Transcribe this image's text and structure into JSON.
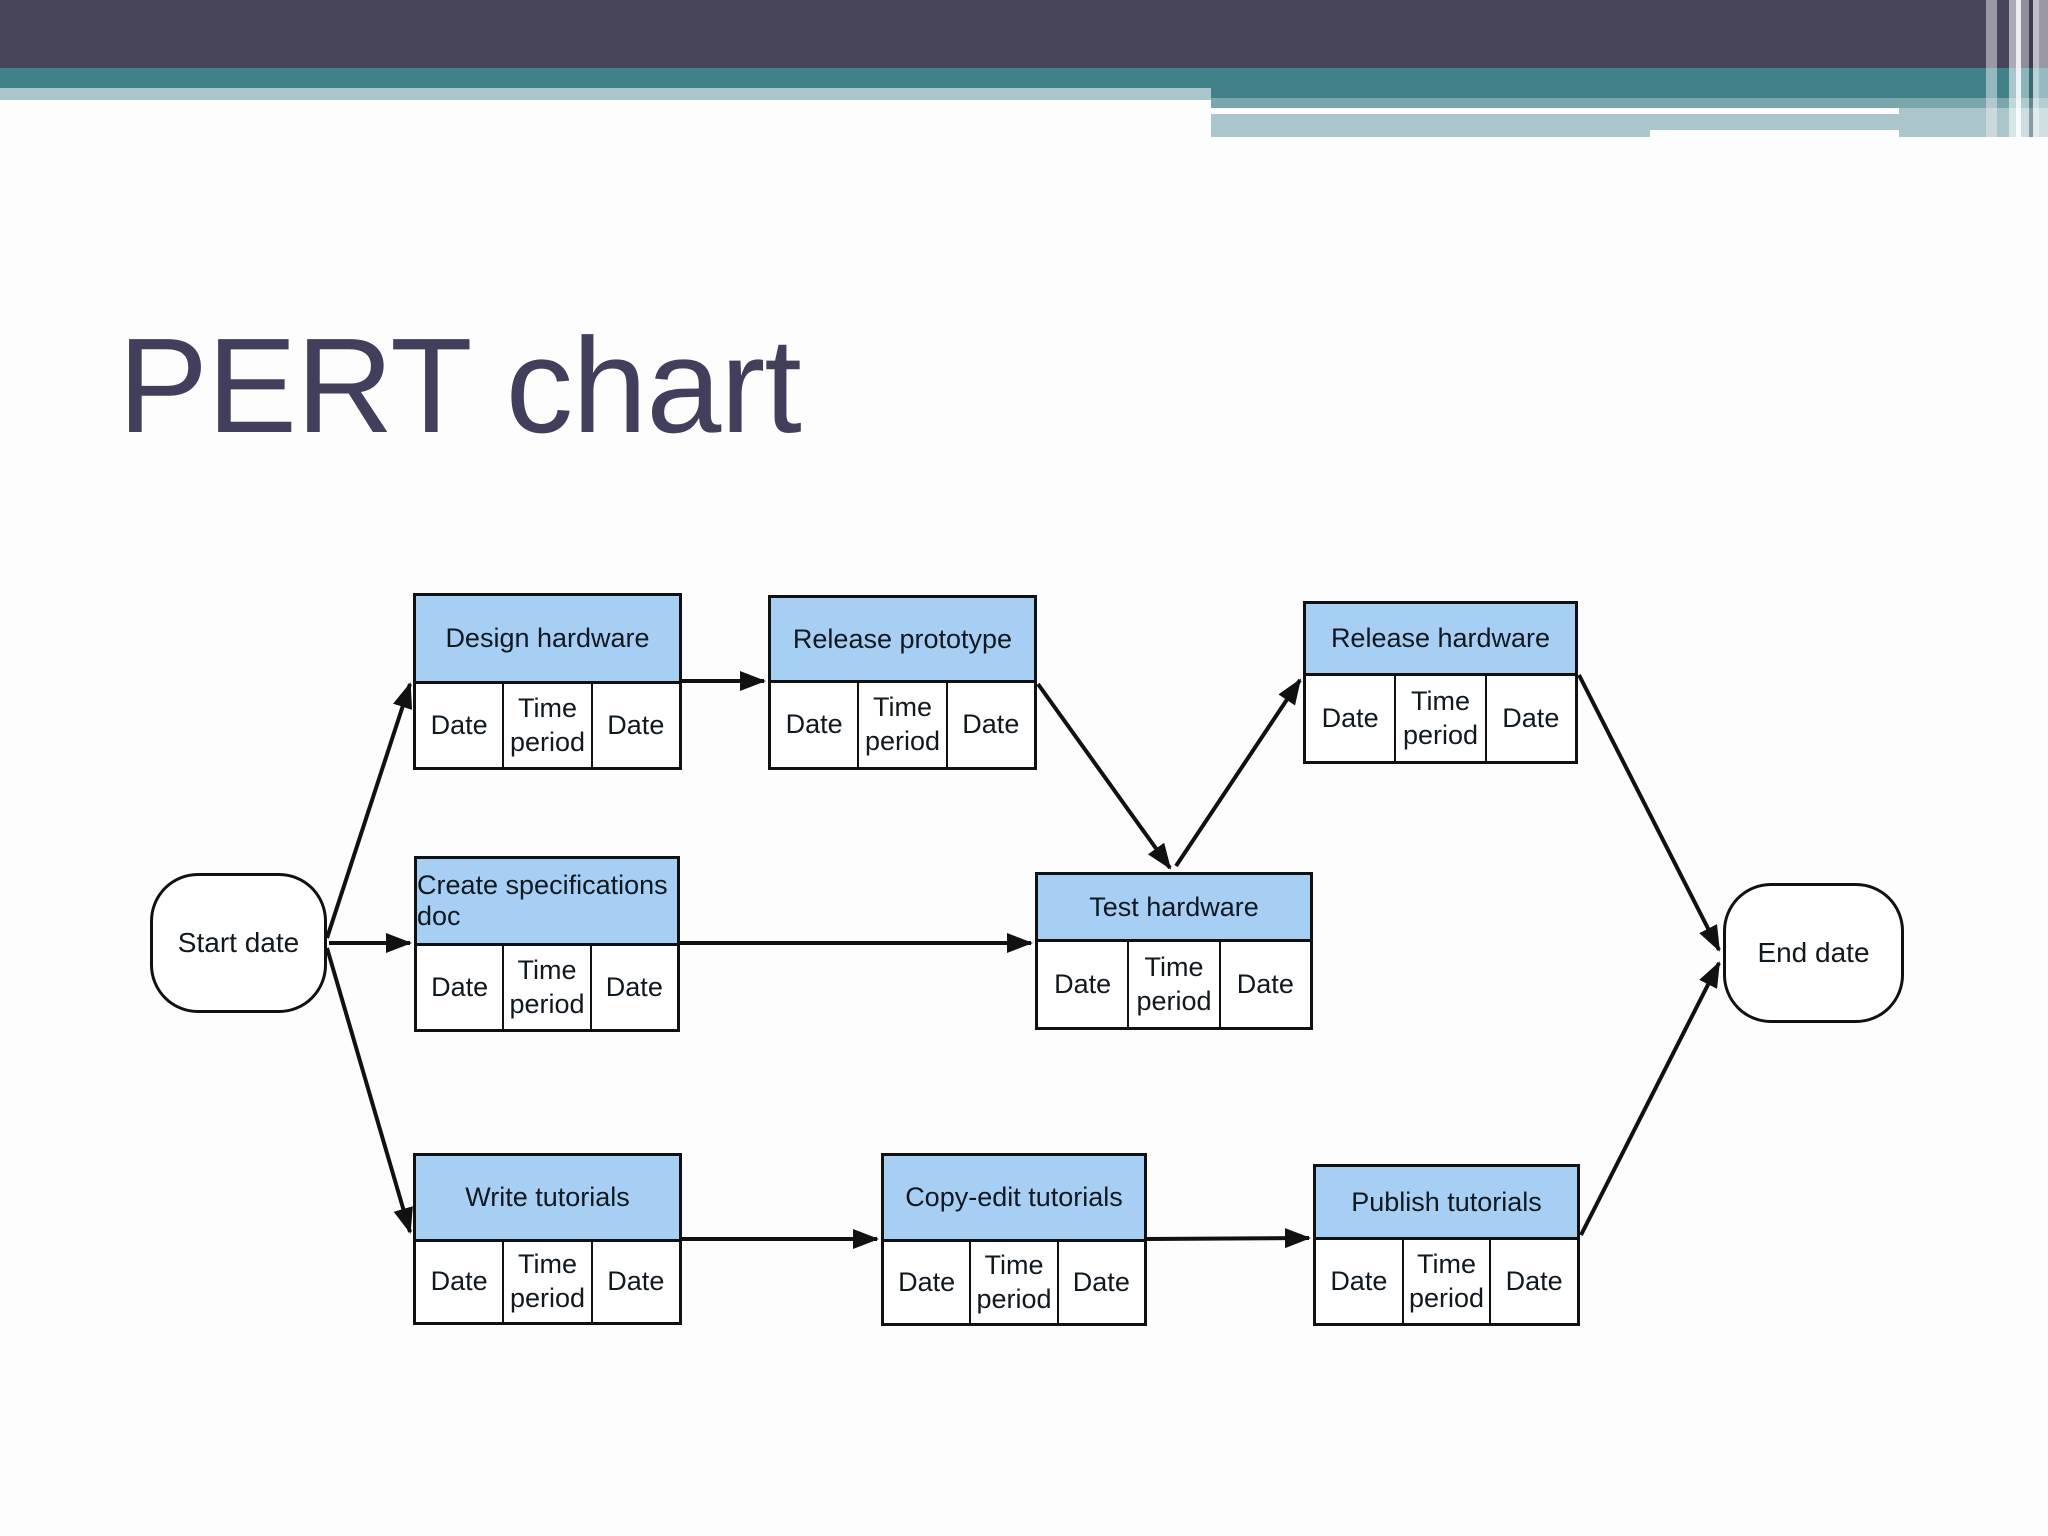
{
  "title": "PERT chart",
  "colors": {
    "accent_slate": "#484459",
    "accent_teal": "#41828A",
    "band_light": "#AAC5CB",
    "task_header_blue": "#A7CFF3",
    "line_black": "#111111"
  },
  "terminals": {
    "start": {
      "label": "Start date"
    },
    "end": {
      "label": "End date"
    }
  },
  "cells": {
    "first": "Date",
    "middle": "Time period",
    "last": "Date"
  },
  "tasks": [
    {
      "label": "Design hardware"
    },
    {
      "label": "Release prototype"
    },
    {
      "label": "Release hardware"
    },
    {
      "label": "Create specifications doc"
    },
    {
      "label": "Test hardware"
    },
    {
      "label": "Write tutorials"
    },
    {
      "label": "Copy-edit tutorials"
    },
    {
      "label": "Publish tutorials"
    }
  ]
}
